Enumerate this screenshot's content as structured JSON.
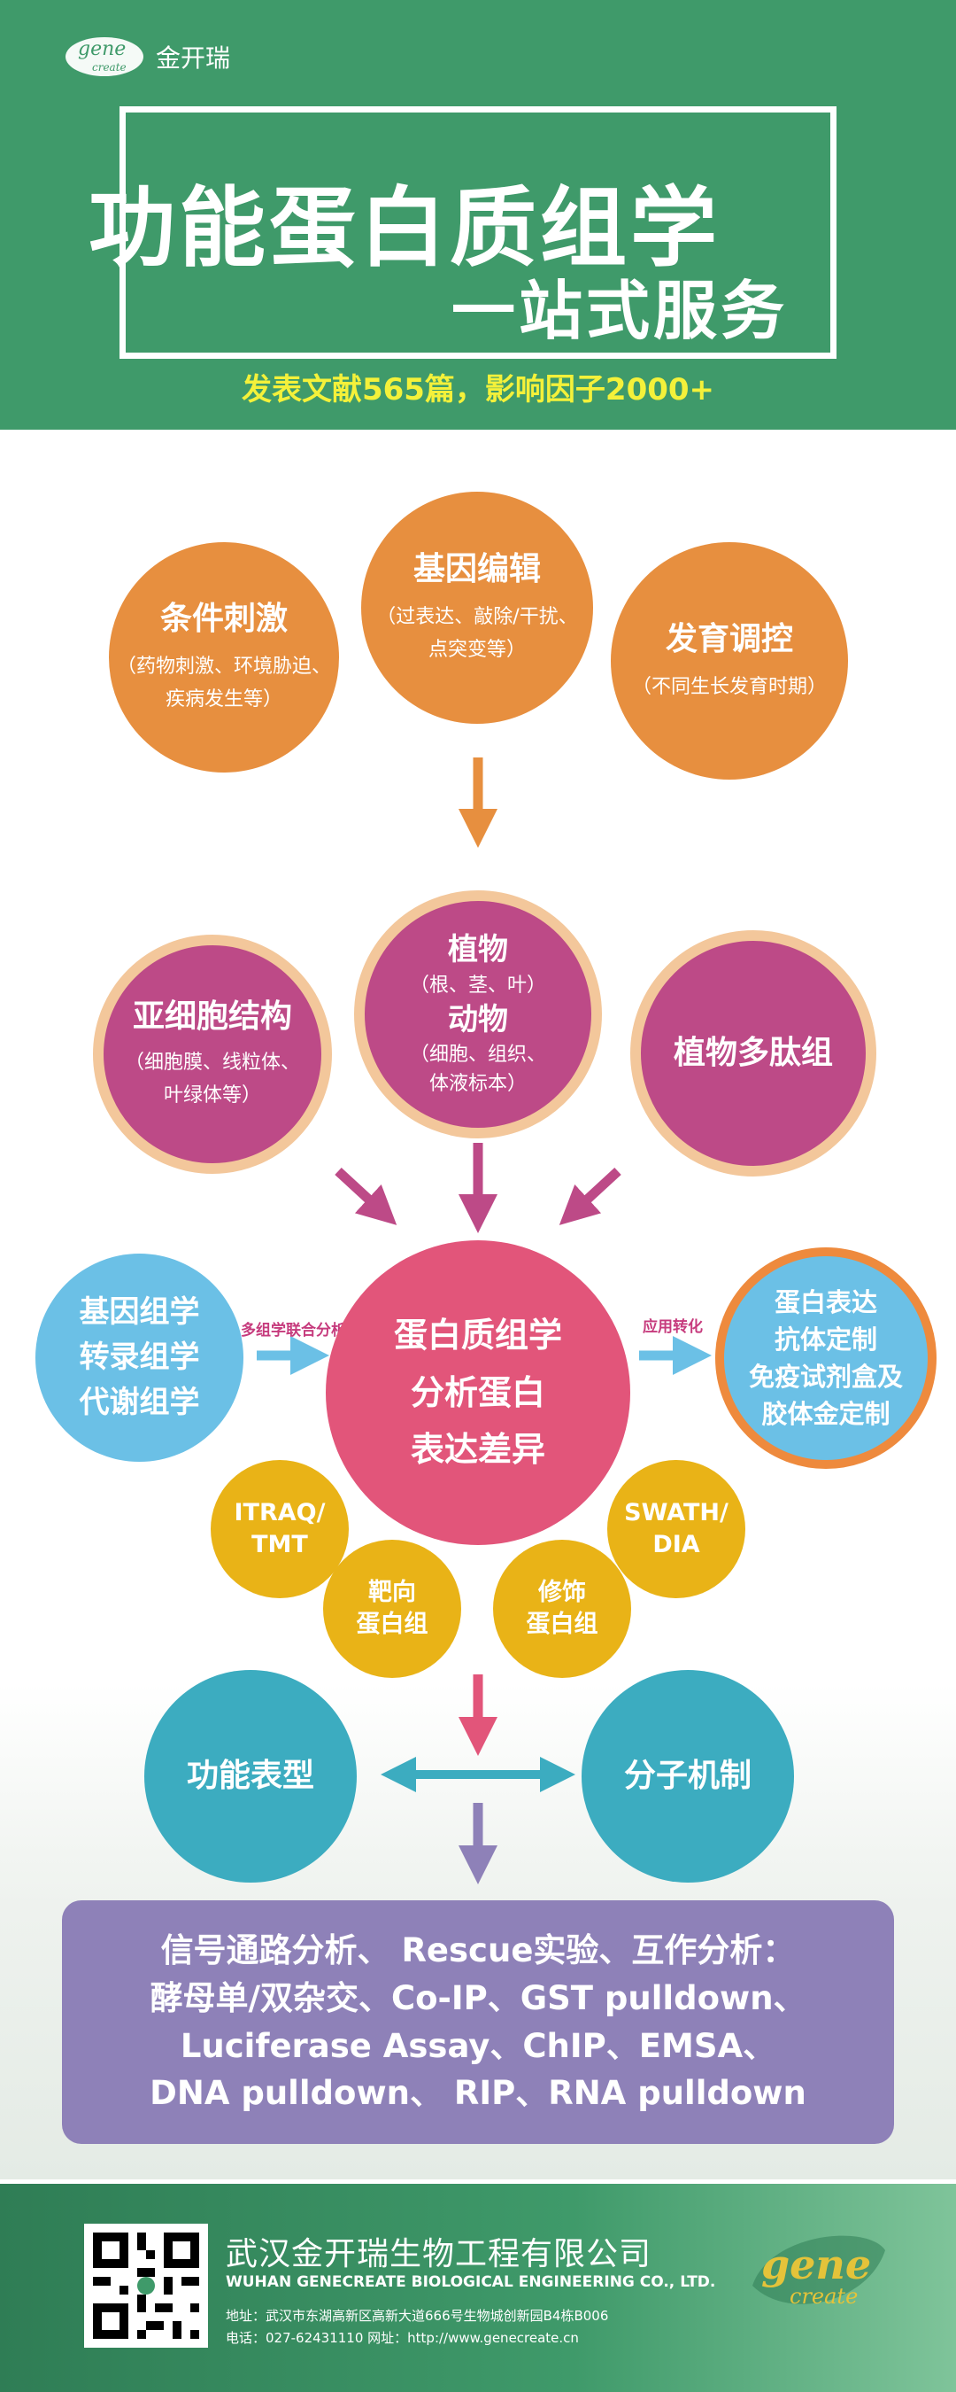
{
  "brand": {
    "logo_text": "金开瑞",
    "logo_word": "gene create"
  },
  "header": {
    "title_main": "功能蛋白质组学",
    "title_sub": "一站式服务",
    "tagline": "发表文献565篇，影响因子2000+"
  },
  "top_row": [
    {
      "title": "条件刺激",
      "sub1": "（药物刺激、环境胁迫、",
      "sub2": "疾病发生等）"
    },
    {
      "title": "基因编辑",
      "sub1": "（过表达、敲除/干扰、",
      "sub2": "点突变等）"
    },
    {
      "title": "发育调控",
      "sub1": "（不同生长发育时期）",
      "sub2": ""
    }
  ],
  "sample_row": {
    "left": {
      "title": "亚细胞结构",
      "sub1": "（细胞膜、线粒体、",
      "sub2": "叶绿体等）"
    },
    "center": {
      "t1": "植物",
      "s1": "（根、茎、叶）",
      "t2": "动物",
      "s2": "（细胞、组织、",
      "s3": "体液标本）"
    },
    "right": {
      "title": "植物多肽组"
    }
  },
  "core": {
    "line1": "蛋白质组学",
    "line2": "分析蛋白",
    "line3": "表达差异",
    "left": {
      "l1": "基因组学",
      "l2": "转录组学",
      "l3": "代谢组学",
      "arrow_label": "多组学联合分析"
    },
    "right": {
      "l1": "蛋白表达",
      "l2": "抗体定制",
      "l3": "免疫试剂盒及",
      "l4": "胶体金定制",
      "arrow_label": "应用转化"
    }
  },
  "methods": [
    {
      "l1": "ITRAQ/",
      "l2": "TMT"
    },
    {
      "l1": "靶向",
      "l2": "蛋白组"
    },
    {
      "l1": "修饰",
      "l2": "蛋白组"
    },
    {
      "l1": "SWATH/",
      "l2": "DIA"
    }
  ],
  "outcome": {
    "left": "功能表型",
    "right": "分子机制"
  },
  "summary": {
    "line1": "信号通路分析、 Rescue实验、互作分析：",
    "line2": "酵母单/双杂交、Co-IP、GST pulldown、",
    "line3": "Luciferase Assay、ChIP、EMSA、",
    "line4": "DNA pulldown、 RIP、RNA pulldown"
  },
  "footer": {
    "company_cn": "武汉金开瑞生物工程有限公司",
    "company_en": "WUHAN GENECREATE BIOLOGICAL ENGINEERING CO., LTD.",
    "address": "地址：武汉市东湖高新区高新大道666号生物城创新园B4栋B006",
    "contact": "电话：027-62431110    网址：http://www.genecreate.cn"
  },
  "colors": {
    "header_green": "#3f9a6a",
    "orange": "#e78f3f",
    "magenta": "#bd4a87",
    "pink": "#e2557a",
    "blue": "#6bc0e6",
    "yellow": "#e9b317",
    "teal": "#3cacc0",
    "purple": "#8e81b8"
  }
}
